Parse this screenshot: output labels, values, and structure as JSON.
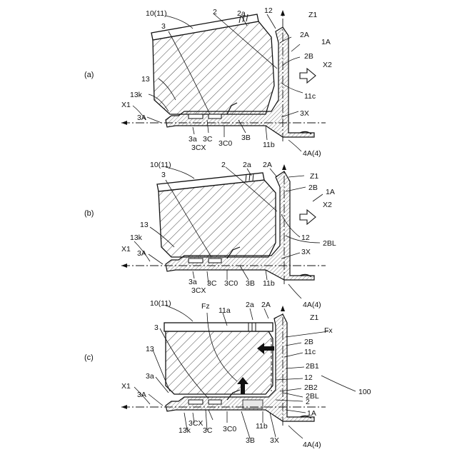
{
  "panels": [
    {
      "label": "(a)",
      "refs": {
        "cartridge": "10(11)",
        "part_2": "2",
        "part_2a": "2a",
        "part_12": "12",
        "axis_z1": "Z1",
        "part_2A": "2A",
        "part_1A": "1A",
        "part_3": "3",
        "part_2B": "2B",
        "arrow_x2": "X2",
        "part_13": "13",
        "part_11c": "11c",
        "part_13k": "13k",
        "axis_x1": "X1",
        "part_3A": "3A",
        "part_3X": "3X",
        "part_3a": "3a",
        "part_3C": "3C",
        "part_3CX": "3CX",
        "part_3C0": "3C0",
        "part_3B": "3B",
        "part_11b": "11b",
        "part_4A": "4A(4)"
      }
    },
    {
      "label": "(b)",
      "refs": {
        "cartridge": "10(11)",
        "part_3": "3",
        "part_2": "2",
        "part_2a": "2a",
        "part_2A": "2A",
        "axis_z1": "Z1",
        "part_2B": "2B",
        "part_1A": "1A",
        "arrow_x2": "X2",
        "part_12": "12",
        "part_13": "13",
        "part_2BL": "2BL",
        "part_13k": "13k",
        "axis_x1": "X1",
        "part_3A": "3A",
        "part_3X": "3X",
        "part_3a": "3a",
        "part_3CX": "3CX",
        "part_3C": "3C",
        "part_3C0": "3C0",
        "part_3B": "3B",
        "part_11b": "11b",
        "part_4A": "4A(4)"
      }
    },
    {
      "label": "(c)",
      "refs": {
        "cartridge": "10(11)",
        "force_fz": "Fz",
        "part_11a": "11a",
        "part_2a": "2a",
        "part_2A": "2A",
        "axis_z1": "Z1",
        "force_fx": "Fx",
        "part_3": "3",
        "part_2B": "2B",
        "part_11c": "11c",
        "part_13": "13",
        "part_2B1": "2B1",
        "part_12": "12",
        "part_3a": "3a",
        "part_2B2": "2B2",
        "axis_x1": "X1",
        "part_2BL": "2BL",
        "part_100": "100",
        "part_3A": "3A",
        "part_2": "2",
        "part_1A": "1A",
        "part_3CX": "3CX",
        "part_3C0": "3C0",
        "part_13k": "13k",
        "part_3C": "3C",
        "part_3B": "3B",
        "part_11b": "11b",
        "part_3X": "3X",
        "part_4A": "4A(4)"
      }
    }
  ]
}
